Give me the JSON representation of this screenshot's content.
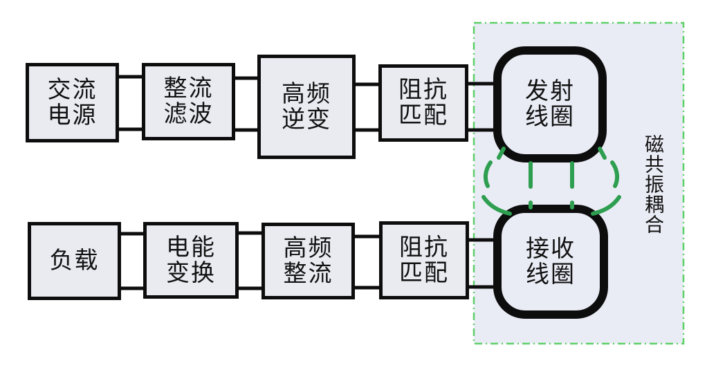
{
  "coupling_region": {
    "label": "磁共振耦合"
  },
  "top_row": {
    "ac_source": {
      "line1": "交流",
      "line2": "电源"
    },
    "rectifier_filter": {
      "line1": "整流",
      "line2": "滤波"
    },
    "hf_inverter": {
      "line1": "高频",
      "line2": "逆变"
    },
    "impedance_matching": {
      "line1": "阻抗",
      "line2": "匹配"
    },
    "transmit_coil": {
      "line1": "发射",
      "line2": "线圈"
    }
  },
  "bottom_row": {
    "load": {
      "line1": "负载",
      "line2": ""
    },
    "power_conversion": {
      "line1": "电能",
      "line2": "变换"
    },
    "hf_rectifier": {
      "line1": "高频",
      "line2": "整流"
    },
    "impedance_matching": {
      "line1": "阻抗",
      "line2": "匹配"
    },
    "receive_coil": {
      "line1": "接收",
      "line2": "线圈"
    }
  },
  "colors": {
    "background": "#ffffff",
    "block_fill": "#e9ebf1",
    "region_fill": "#e9ecf5",
    "block_border": "#0d0d0d",
    "dash_border_green": "#5ed068",
    "flux_line_green": "#2e9e50",
    "text": "#111111"
  }
}
